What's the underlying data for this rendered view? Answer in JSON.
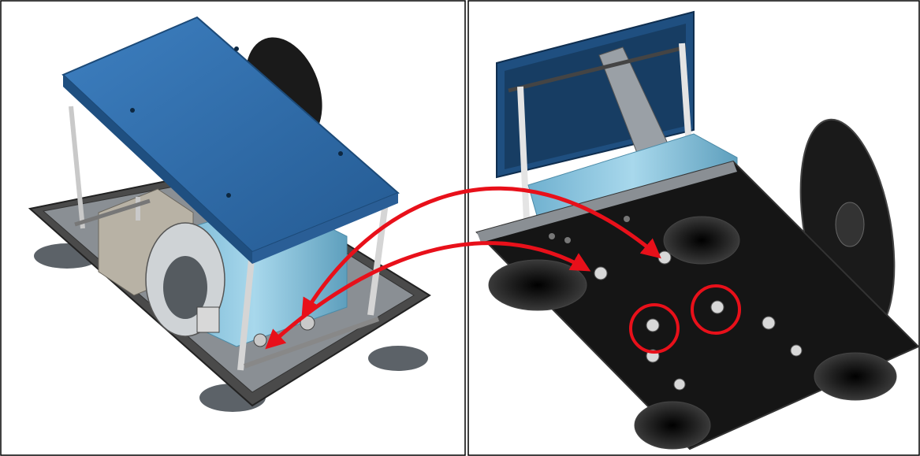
{
  "figure": {
    "panels": [
      {
        "view": "top-view",
        "description_hidden": true
      },
      {
        "view": "bottom-view",
        "description_hidden": true
      }
    ],
    "colors": {
      "plate_blue": "#2f6aa6",
      "motor_blue": "#8ec6df",
      "frame_dark": "#3b3b3b",
      "plate_black": "#151515",
      "arrow_red": "#e8101a",
      "frame_border": "#000000"
    },
    "callouts": {
      "arrow_count": 2,
      "circle_count": 2
    }
  }
}
